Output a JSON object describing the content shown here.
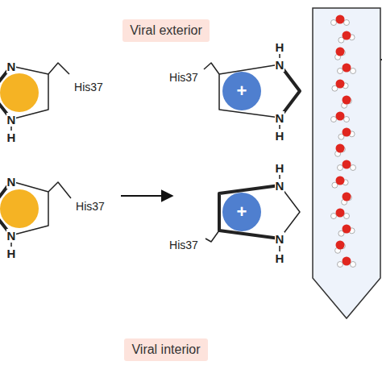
{
  "diagram": {
    "nodes": [
      {
        "text": [
          "Viral exterior"
        ]
      },
      {
        "text": [
          "+"
        ]
      },
      {
        "text": [
          "+"
        ]
      },
      {
        "text": [
          "Viral interior"
        ]
      }
    ],
    "labels": [
      "His37",
      "N",
      "N",
      "H",
      "N",
      "His37",
      "N",
      "H",
      "H",
      "His37",
      "N",
      "N",
      "H",
      "H",
      "N",
      "His37",
      "N",
      "H"
    ]
  }
}
